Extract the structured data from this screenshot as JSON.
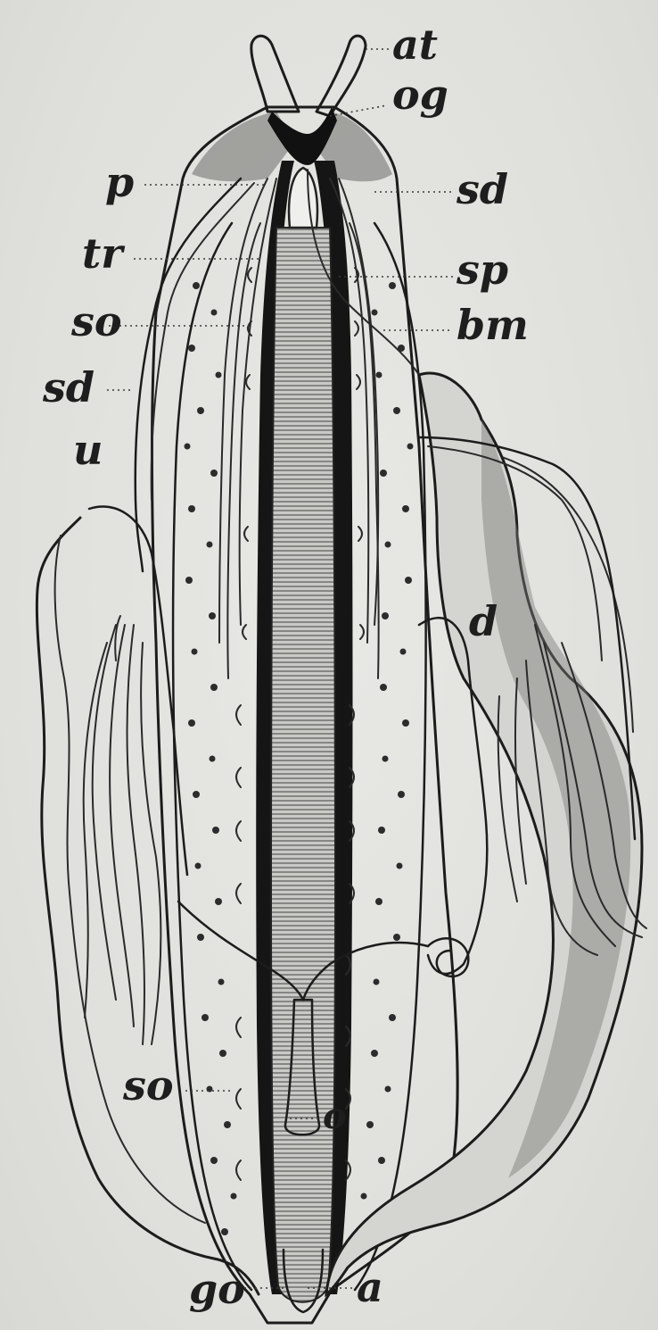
{
  "figure": {
    "labels": {
      "at": "at",
      "og": "og",
      "p": "p",
      "sd_right": "sd",
      "tr": "tr",
      "sp": "sp",
      "so_upper": "so",
      "bm": "bm",
      "sd_left": "sd",
      "u": "u",
      "d": "d",
      "so_lower": "so",
      "o": "o",
      "go": "go",
      "a": "a"
    }
  },
  "colors": {
    "paper": "#e2e2df",
    "ink": "#1c1c1c"
  }
}
